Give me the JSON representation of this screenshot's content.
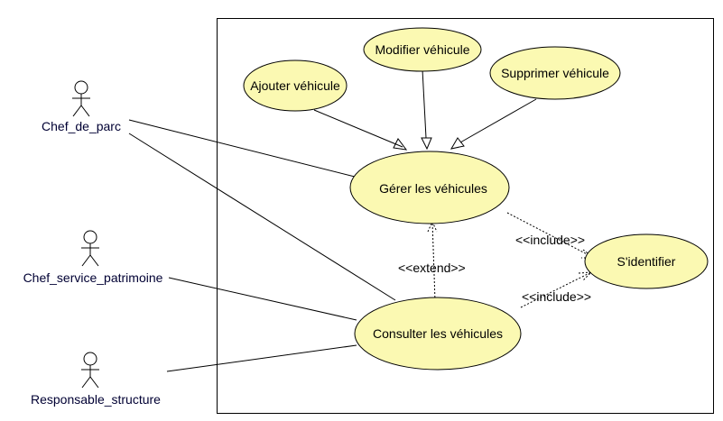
{
  "actors": [
    {
      "id": "chef-parc",
      "name": "Chef_de_parc"
    },
    {
      "id": "chef-service",
      "name": "Chef_service_patrimoine"
    },
    {
      "id": "responsable",
      "name": "Responsable_structure"
    }
  ],
  "use_cases": {
    "ajouter": "Ajouter véhicule",
    "modifier": "Modifier véhicule",
    "supprimer": "Supprimer véhicule",
    "gerer": "Gérer les véhicules",
    "consulter": "Consulter les véhicules",
    "identifier": "S'identifier"
  },
  "relations": {
    "include_1": "<<include>>",
    "include_2": "<<include>>",
    "extend": "<<extend>>"
  },
  "colors": {
    "use_case_fill": "#fbf9b2",
    "stroke": "#000000",
    "actor_label": "#000033"
  }
}
